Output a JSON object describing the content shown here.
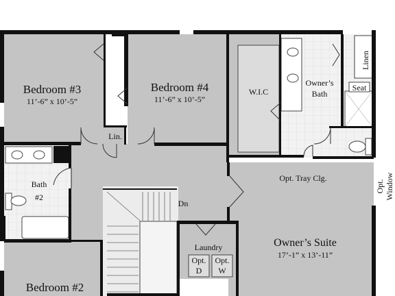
{
  "colors": {
    "floor_fill": "#c4c4c4",
    "wet_fill": "#f2f2f2",
    "wall": "#111111",
    "background": "#ffffff",
    "fixture_fill": "#ffffff"
  },
  "rooms": {
    "bedroom3": {
      "name": "Bedroom #3",
      "dims": "11’-6” x 10’-5”"
    },
    "bedroom4": {
      "name": "Bedroom #4",
      "dims": "11’-6” x 10’-5”"
    },
    "wic": {
      "name": "W.I.C"
    },
    "owners_bath": {
      "line1": "Owner’s",
      "line2": "Bath"
    },
    "linen": {
      "name": "Linen"
    },
    "seat": {
      "name": "Seat"
    },
    "lin": {
      "name": "Lin."
    },
    "bath2": {
      "line1": "Bath",
      "line2": "#2"
    },
    "tray": {
      "name": "Opt. Tray Clg."
    },
    "opt_window": {
      "line1": "Opt.",
      "line2": "Window"
    },
    "stairs": {
      "name": "Dn"
    },
    "laundry": {
      "name": "Laundry"
    },
    "opt_d": {
      "line1": "Opt.",
      "line2": "D"
    },
    "opt_w": {
      "line1": "Opt.",
      "line2": "W"
    },
    "owners_suite": {
      "name": "Owner’s Suite",
      "dims": "17’-1” x 13’-11”"
    },
    "bedroom2": {
      "name": "Bedroom #2"
    }
  }
}
